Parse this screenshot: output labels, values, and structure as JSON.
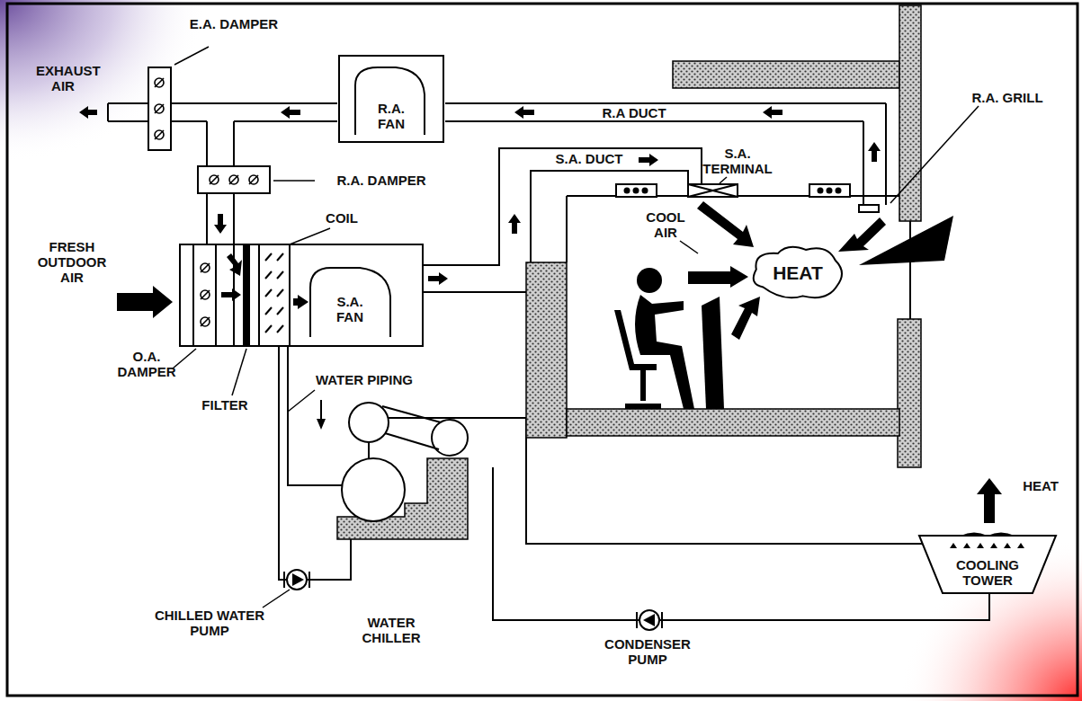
{
  "diagram": {
    "nodes": [
      {
        "text": [
          "R.A. FAN"
        ]
      },
      {
        "text": [
          "S.A. FAN"
        ]
      },
      {
        "text": [
          "HEAT"
        ]
      },
      {
        "text": [
          "COOLING TOWER"
        ]
      }
    ],
    "labels": [
      "EXHAUST AIR",
      "E.A. DAMPER",
      "R.A DUCT",
      "R.A. DAMPER",
      "S.A. DUCT",
      "S.A. TERMINAL",
      "R.A. GRILL",
      "COIL",
      "FRESH OUTDOOR AIR",
      "COOL AIR",
      "O.A. DAMPER",
      "FILTER",
      "WATER PIPING",
      "HEAT",
      "CHILLED WATER PUMP",
      "WATER CHILLER",
      "CONDENSER PUMP"
    ]
  }
}
